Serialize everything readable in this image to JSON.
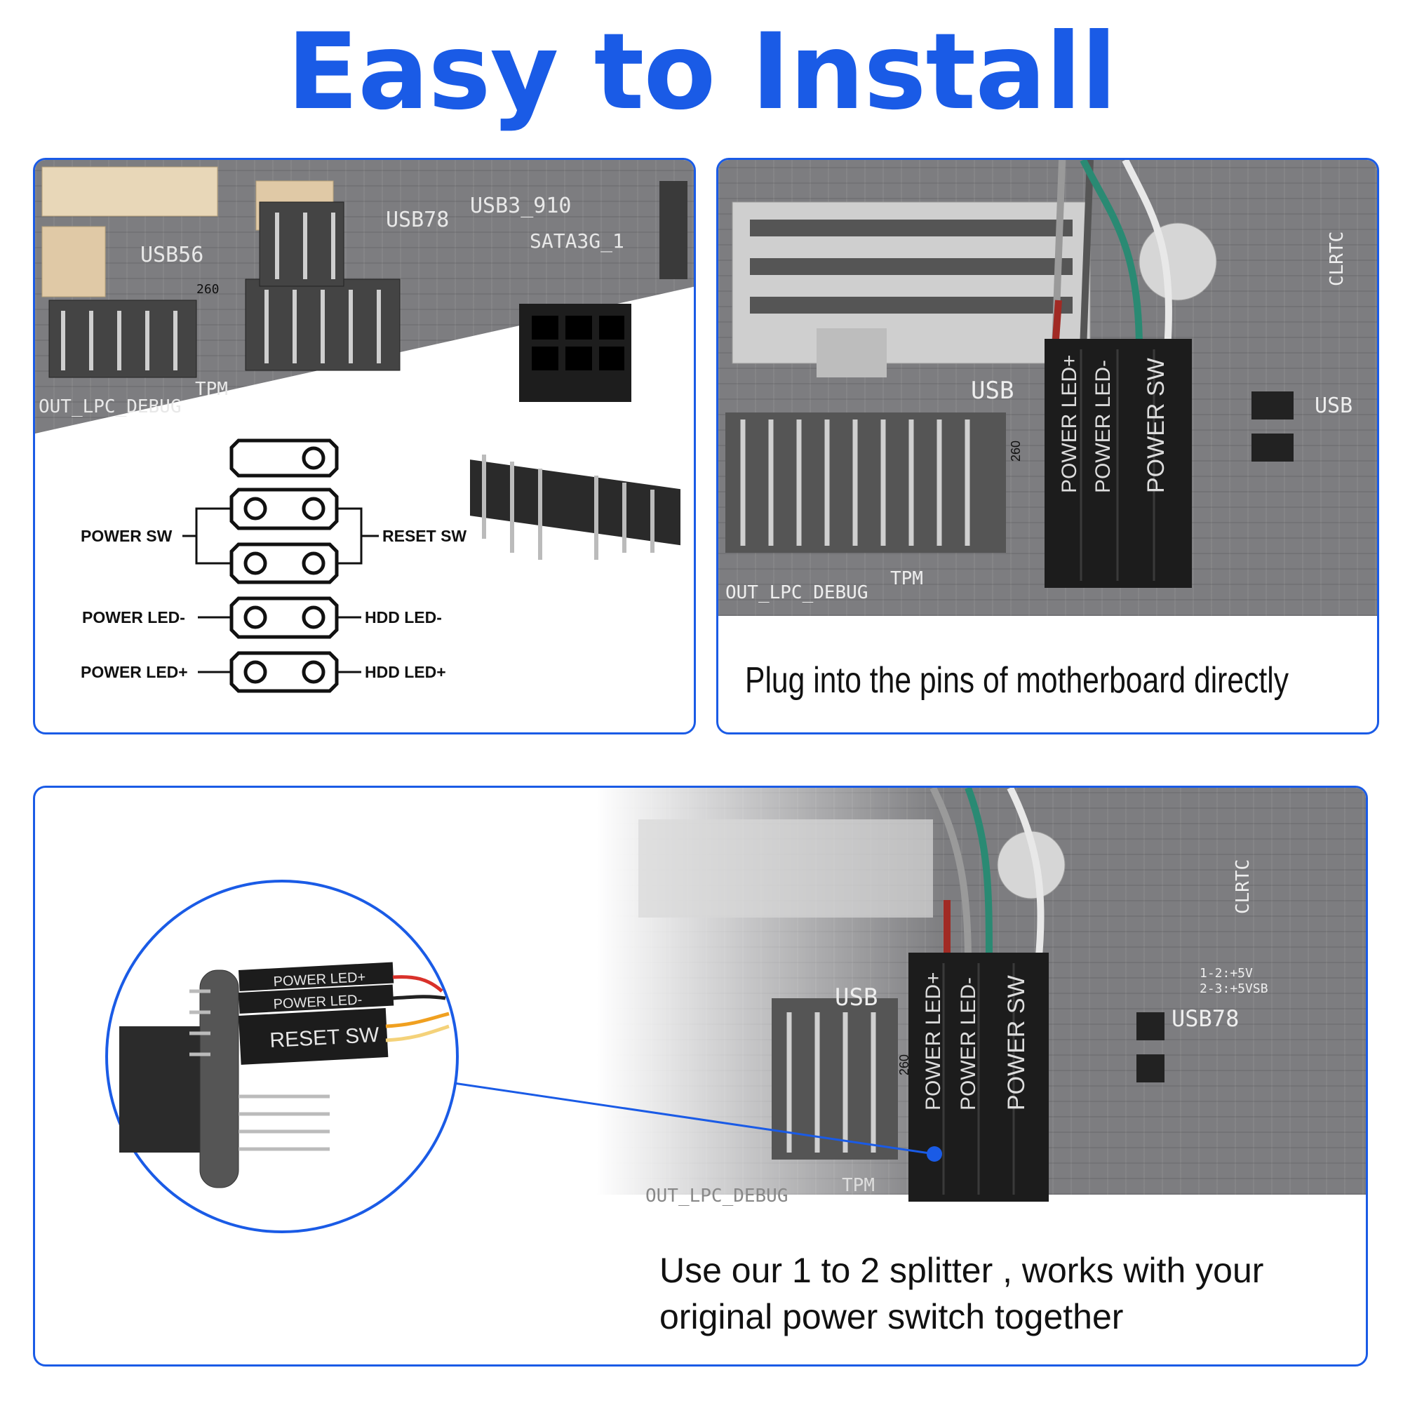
{
  "title": "Easy to Install",
  "colors": {
    "accent": "#1a5be6",
    "pcb": "#7d7d80",
    "text": "#111111"
  },
  "diagram": {
    "board_labels": [
      "USB56",
      "USB78",
      "USB3_910",
      "SATA3G_1",
      "OUT_LPC_DEBUG",
      "TPM",
      "260"
    ],
    "left_labels": [
      "POWER SW",
      "POWER LED-",
      "POWER LED+"
    ],
    "right_labels": [
      "RESET SW",
      "HDD LED-",
      "HDD LED+"
    ]
  },
  "plug": {
    "connector_labels": [
      "POWER LED+",
      "POWER LED-",
      "POWER SW"
    ],
    "board_labels": [
      "USB",
      "OUT_LPC_DEBUG",
      "TPM",
      "260",
      "CLRTC",
      "USB"
    ],
    "caption": "Plug into the pins of motherboard directly"
  },
  "splitter": {
    "zoom_labels": [
      "POWER LED+",
      "POWER LED-",
      "RESET SW"
    ],
    "connector_labels": [
      "POWER LED+",
      "POWER LED-",
      "POWER SW"
    ],
    "board_labels": [
      "USB",
      "OUT_LPC_DEBUG",
      "TPM",
      "260",
      "CLRTC",
      "USB78",
      "1-2:+5V",
      "2-3:+5VSB"
    ],
    "caption_line1": "Use our 1 to 2 splitter , works with your",
    "caption_line2": "original power switch together"
  }
}
